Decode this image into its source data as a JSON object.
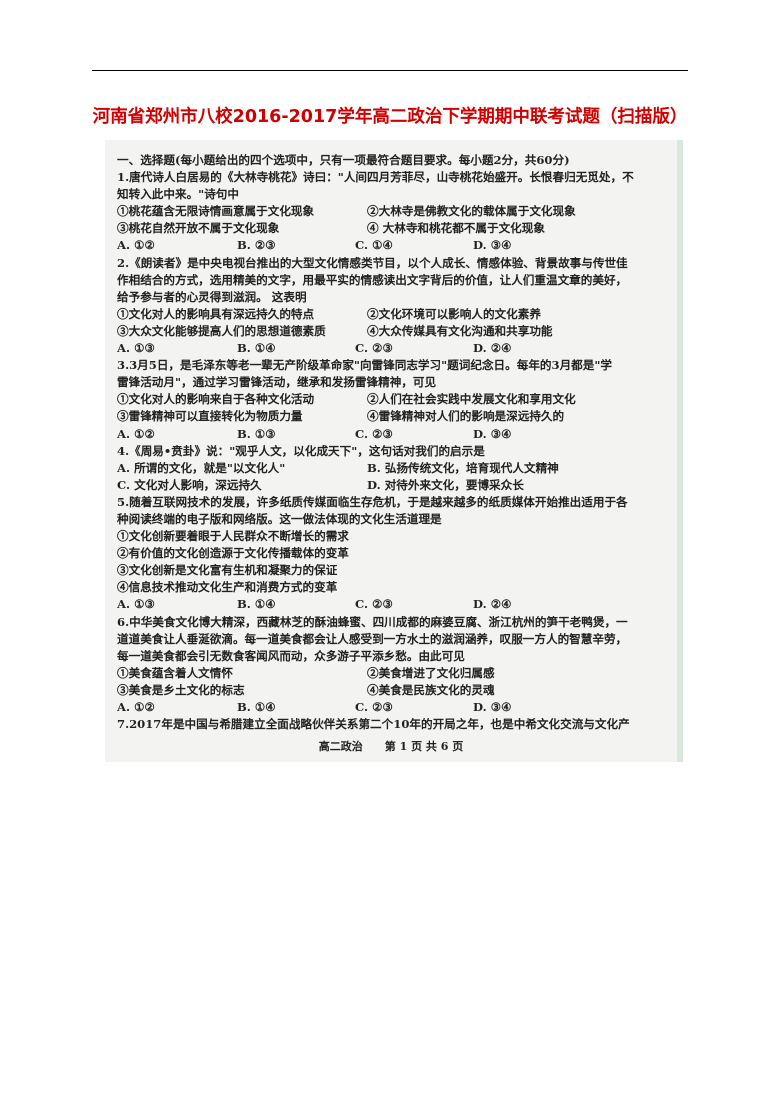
{
  "title": "河南省郑州市八校2016-2017学年高二政治下学期期中联考试题（扫描版）",
  "lines": [
    "一、选择题(每小题给出的四个选项中，只有一项最符合题目要求。每小题2分，共60分)",
    "1.唐代诗人白居易的《大林寺桃花》诗曰：\"人间四月芳菲尽，山寺桃花始盛开。长恨春归无觅处，不",
    "知转入此中来。\"诗句中"
  ],
  "q1_opts": [
    [
      "①桃花蕴含无限诗情画意属于文化现象",
      "②大林寺是佛教文化的载体属于文化现象"
    ],
    [
      "③桃花自然开放不属于文化现象",
      "④ 大林寺和桃花都不属于文化现象"
    ]
  ],
  "q1_ans": [
    "A. ①②",
    "B. ②③",
    "C. ①④",
    "D. ③④"
  ],
  "q2_lines": [
    "2.《朗读者》是中央电视台推出的大型文化情感类节目，以个人成长、情感体验、背景故事与传世佳",
    "作相结合的方式，选用精美的文字，用最平实的情感读出文字背后的价值，让人们重温文章的美好，",
    "给予参与者的心灵得到滋润。 这表明"
  ],
  "q2_opts": [
    [
      "①文化对人的影响具有深远持久的特点",
      "②文化环境可以影响人的文化素养"
    ],
    [
      "③大众文化能够提高人们的思想道德素质",
      "④大众传媒具有文化沟通和共享功能"
    ]
  ],
  "q2_ans": [
    "A. ①③",
    "B. ①④",
    "C. ②③",
    "D. ②④"
  ],
  "q3_lines": [
    "3.3月5日，是毛泽东等老一辈无产阶级革命家\"向雷锋同志学习\"题词纪念日。每年的3月都是\"学",
    "雷锋活动月\"，通过学习雷锋活动，继承和发扬雷锋精神，可见"
  ],
  "q3_opts": [
    [
      "①文化对人的影响来自于各种文化活动",
      "②人们在社会实践中发展文化和享用文化"
    ],
    [
      "③雷锋精神可以直接转化为物质力量",
      "④雷锋精神对人们的影响是深远持久的"
    ]
  ],
  "q3_ans": [
    "A. ①②",
    "B. ①③",
    "C. ②③",
    "D. ③④"
  ],
  "q4_lines": [
    "4.《周易•贲卦》说：\"观乎人文，以化成天下\"，这句话对我们的启示是"
  ],
  "q4_opts": [
    [
      "A. 所谓的文化，就是\"以文化人\"",
      "B. 弘扬传统文化，培育现代人文精神"
    ],
    [
      "C. 文化对人影响，深远持久",
      "D. 对待外来文化，要博采众长"
    ]
  ],
  "q5_lines": [
    "5.随着互联网技术的发展，许多纸质传媒面临生存危机，于是越来越多的纸质媒体开始推出适用于各",
    "种阅读终端的电子版和网络版。这一做法体现的文化生活道理是",
    "①文化创新要着眼于人民群众不断增长的需求",
    "②有价值的文化创造源于文化传播载体的变革",
    "③文化创新是文化富有生机和凝聚力的保证",
    "④信息技术推动文化生产和消费方式的变革"
  ],
  "q5_ans": [
    "A. ①③",
    "B. ①④",
    "C. ②③",
    "D. ②④"
  ],
  "q6_lines": [
    "6.中华美食文化博大精深，西藏林芝的酥油蜂蜜、四川成都的麻婆豆腐、浙江杭州的笋干老鸭煲，一",
    "道道美食让人垂涎欲滴。每一道美食都会让人感受到一方水土的滋润涵养，叹服一方人的智慧辛劳，",
    "每一道美食都会引无数食客闻风而动，众多游子平添乡愁。由此可见"
  ],
  "q6_opts": [
    [
      "①美食蕴含着人文情怀",
      "②美食增进了文化归属感"
    ],
    [
      "③美食是乡土文化的标志",
      "④美食是民族文化的灵魂"
    ]
  ],
  "q6_ans": [
    "A. ①②",
    "B. ①④",
    "C. ②③",
    "D. ③④"
  ],
  "q7_lines": [
    "7.2017年是中国与希腊建立全面战略伙伴关系第二个10年的开局之年，也是中希文化交流与文化产"
  ],
  "footer": "高二政治　　第 1 页 共 6 页"
}
